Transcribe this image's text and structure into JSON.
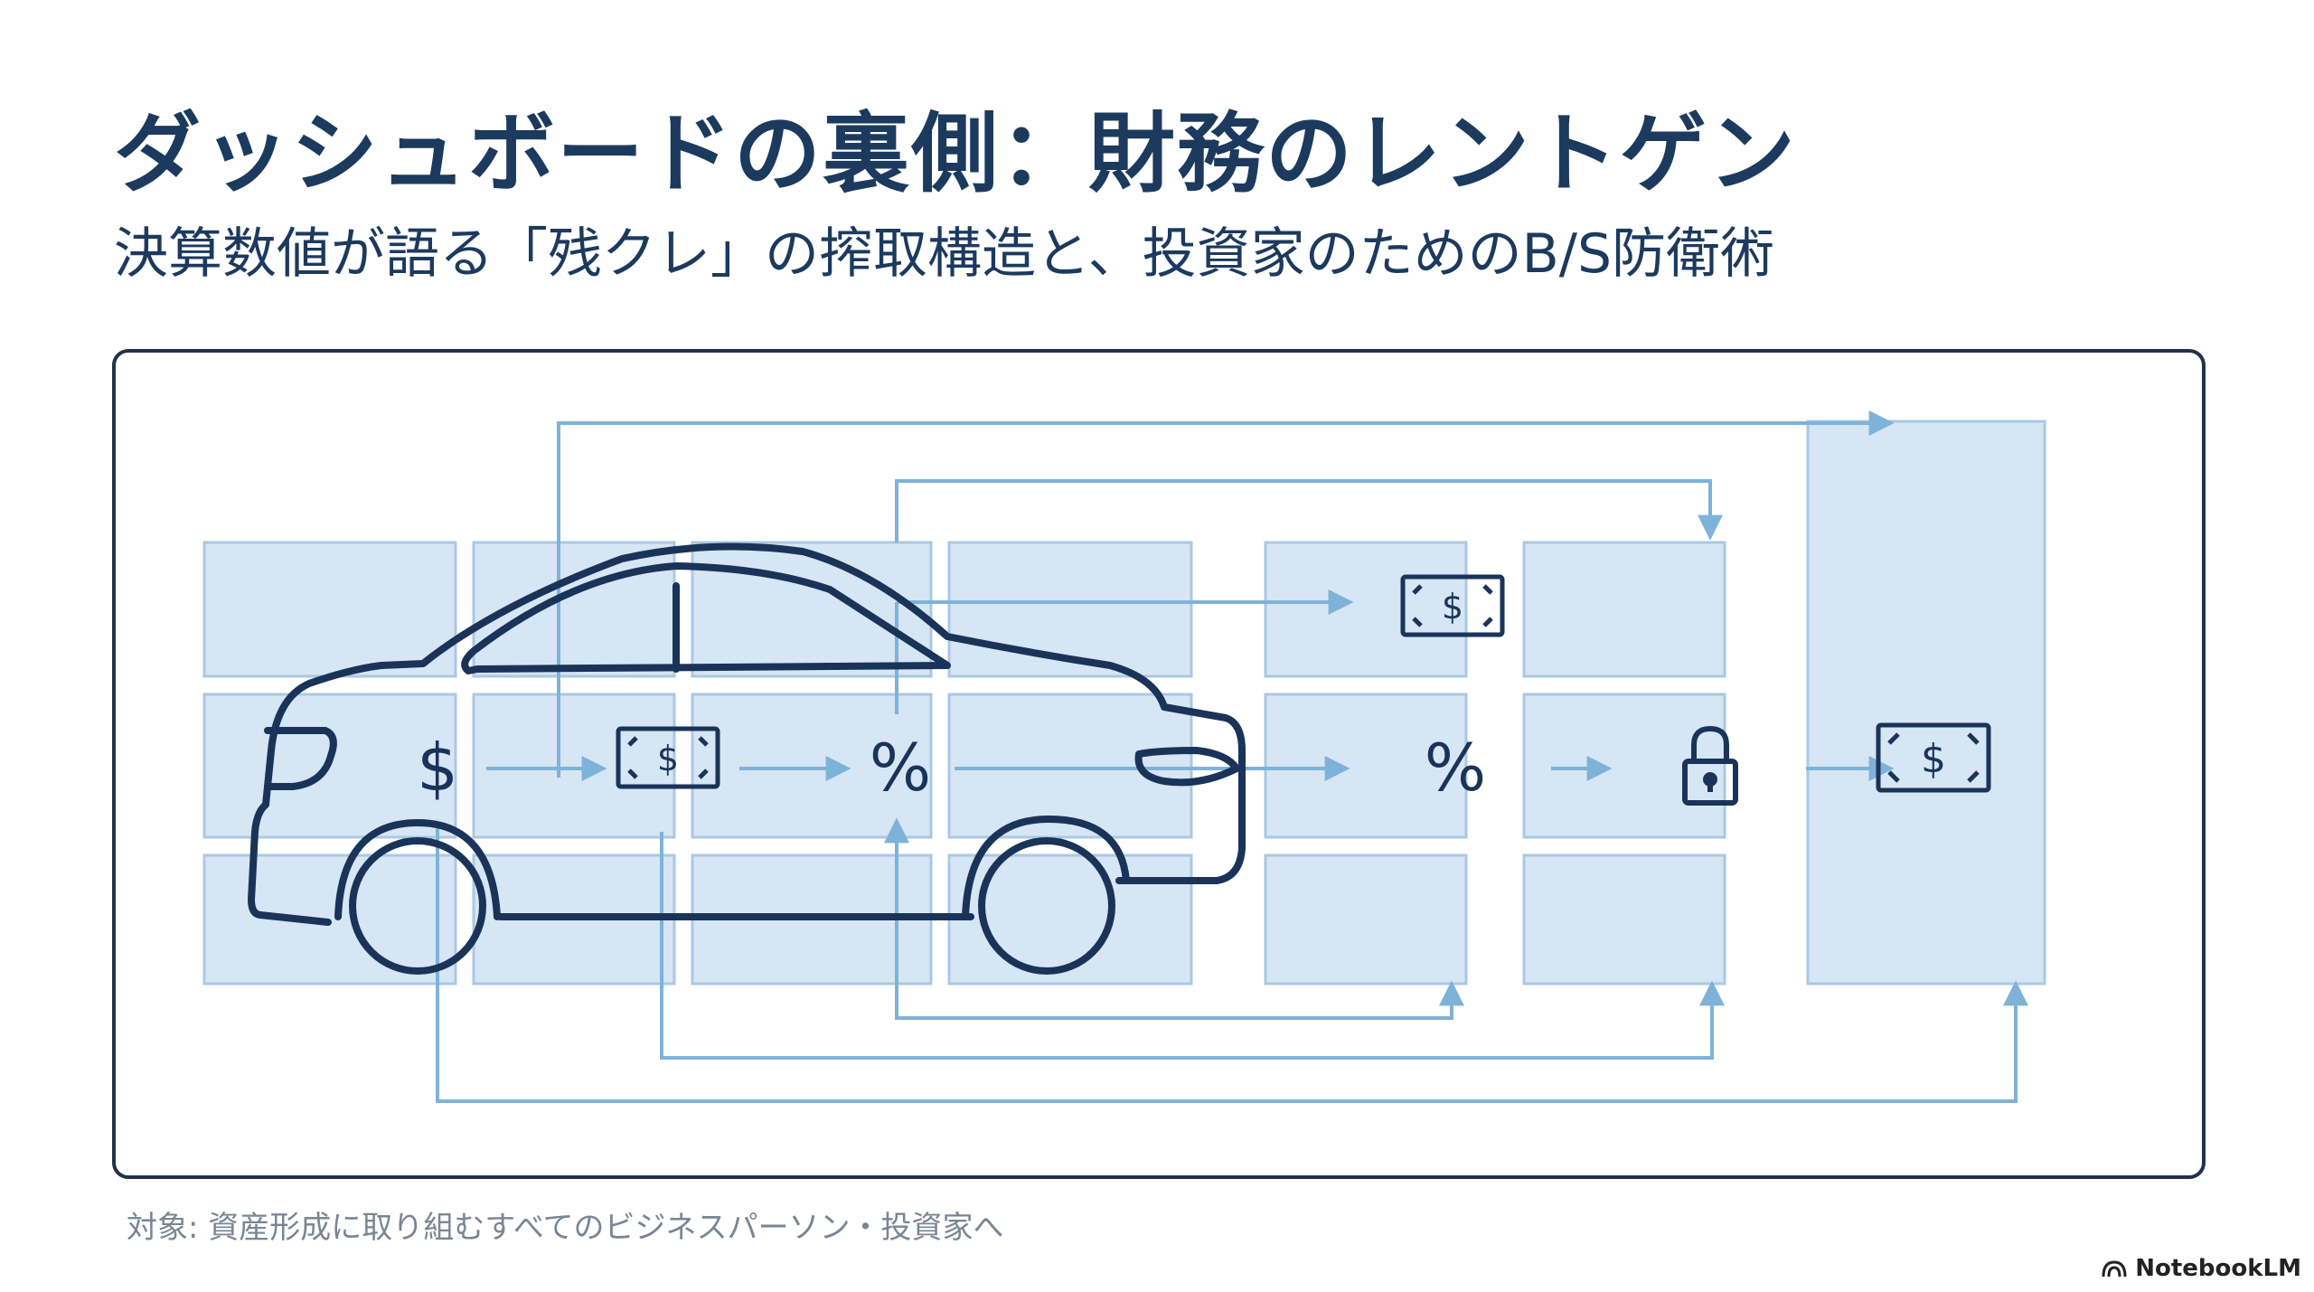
{
  "header": {
    "title": "ダッシュボードの裏側：財務のレントゲン",
    "subtitle": "決算数値が語る「残クレ」の搾取構造と、投資家のためのB/S防衛術"
  },
  "diagram": {
    "symbols": {
      "dollar": "$",
      "percent": "%"
    },
    "icons": [
      "dollar-sign-icon",
      "banknote-icon",
      "percent-icon",
      "lock-icon"
    ],
    "colors": {
      "tile_fill": "#d6e6f4",
      "tile_stroke": "#a9c8e4",
      "arrow": "#7fb2d9",
      "car_outline": "#1a3358",
      "frame": "#22324a"
    }
  },
  "footer": {
    "note": "対象: 資産形成に取り組むすべてのビジネスパーソン・投資家へ",
    "brand": "NotebookLM"
  }
}
